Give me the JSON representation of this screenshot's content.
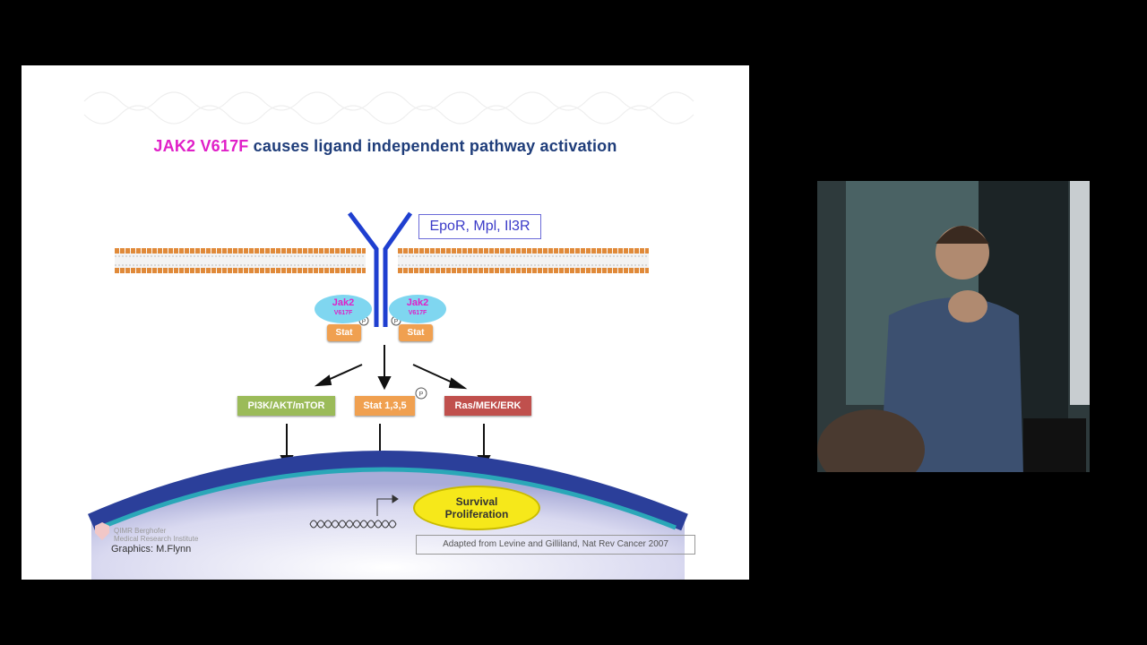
{
  "slide": {
    "title_highlight": "JAK2 V617F",
    "title_rest": " causes ligand independent pathway activation",
    "receptor_label": "EpoR, Mpl, Il3R",
    "jak_label": "Jak2",
    "jak_sub": "V617F",
    "stat_label": "Stat",
    "pathways": {
      "pi3k": "PI3K/AKT/mTOR",
      "stat": "Stat 1,3,5",
      "ras": "Ras/MEK/ERK"
    },
    "phospho": "P",
    "outcome_line1": "Survival",
    "outcome_line2": "Proliferation",
    "logo_text": "QIMR Berghofer",
    "logo_sub": "Medical Research Institute",
    "credit": "Graphics: M.Flynn",
    "citation": "Adapted from Levine and Gilliland, Nat Rev Cancer 2007"
  },
  "colors": {
    "receptor": "#1f3fd0",
    "jak": "#7fd6f0",
    "jak_text": "#e020c8",
    "stat": "#f0a050",
    "pi3k": "#9bbb59",
    "ras": "#c0504d",
    "nucleus": "#2b3f9a",
    "outcome": "#f6e81a"
  }
}
